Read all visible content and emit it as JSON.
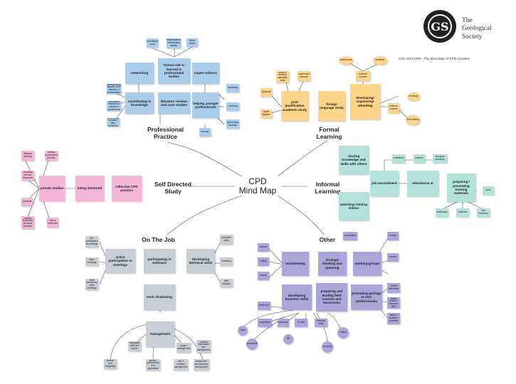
{
  "header": {
    "logo_glyph": "GS",
    "org_line1": "The",
    "org_line2": "Geological",
    "org_line3": "Society",
    "subtitle": "GSL 2023 CPD - The Mind Map of CPD Activities"
  },
  "center": {
    "line1": "CPD",
    "line2": "Mind Map"
  },
  "branches": {
    "professional": "Professional\nPractice",
    "formal": "Formal\nLearning",
    "self_directed": "Self Directed\nStudy",
    "informal": "Informal\nLearning",
    "on_the_job": "On The Job",
    "other": "Other"
  },
  "professional": {
    "networking": "networking",
    "formal_role": "formal role in learned & professional bodies",
    "expert_witness": "expert witness",
    "contributing": "contributing to knowledge",
    "literature": "literature reviews and case studies",
    "helping": "helping younger professionals",
    "committees": "committees work",
    "activities": "activity/leadership/ membership activity",
    "officer": "officer duties",
    "writing": "writing/editing papers, book chapters or presentations",
    "contributions": "information research or reports to government",
    "presenting": "presenting lectures, talks, seminars",
    "mentoring_sm": "mentoring",
    "coaching": "coaching",
    "supervising": "supervising students",
    "tutoring": "tutoring"
  },
  "formal": {
    "post_qual": "post qualification academic study",
    "foreign": "foreign language study",
    "developing": "developing/ organising/ attending",
    "study_courses": "study to develop specialist skills",
    "research": "supervised research",
    "diplomas": "diplomas",
    "higher": "higher degrees",
    "conferences": "conferences",
    "seminars": "seminars",
    "external": "external courses",
    "meetings": "meetings",
    "field": "field training"
  },
  "informal": {
    "sharing": "sharing knowledge and skills with others",
    "watching": "watching training videos",
    "secondment": "job secondment",
    "attendance": "attendance at",
    "preparing": "preparing / presenting training materials",
    "exhibitions": "exhibitions",
    "lectures": "lectures",
    "technical": "technical meetings",
    "trade": "trade",
    "workshops": "workshops",
    "webinars": "webinars",
    "induction": "site induction"
  },
  "self_directed": {
    "private": "private studies",
    "mentored": "being mentored",
    "reflective": "reflective CPD practice",
    "distance": "distance learning",
    "reading": "reading professional journals",
    "internet": "browsing internet resources",
    "podcasts": "podcasts",
    "reviews": "reading textbooks/ technical literature",
    "history": "history textbooks"
  },
  "on_the_job": {
    "active": "active participation in meetings",
    "participating": "participating in webinars",
    "developing_tech": "developing technical skills",
    "work_shadowing": "work shadowing",
    "management": "management",
    "tech_meetings": "job participation at meetings",
    "team": "team meetings",
    "multi": "multi disciplinary team meetings",
    "software": "specialist skills",
    "modelling": "modelling",
    "data": "data analysis",
    "finance": "finance and budgeting",
    "managing": "managing staff and teams",
    "people": "people, performance and appraisals",
    "risk": "risk & contract management",
    "project": "project management",
    "stakeholder": "stakeholder and business development",
    "contract": "contract preparation and management"
  },
  "other": {
    "volunteering": "volunteering",
    "strategic": "strategic thinking and planning",
    "working_groups": "working groups",
    "business": "developing business skills",
    "preparing_paid": "preparing and leading field courses and excursions",
    "promoting": "promoting geology to non-professionals",
    "schools": "schools",
    "charity": "charity",
    "events": "events",
    "consultation": "consultation",
    "forums": "forums",
    "careers": "careers",
    "media": "media interviews",
    "public": "public events / museum talks",
    "outreach": "talks to amateur societies",
    "leadership": "leadership",
    "negotiation": "negotiation",
    "marketing": "marketing",
    "it": "IT skills",
    "financial": "financial skills",
    "legal": "legal",
    "communication": "communication",
    "hr": "HR",
    "writing2": "writing",
    "coaching2": "coaching"
  }
}
